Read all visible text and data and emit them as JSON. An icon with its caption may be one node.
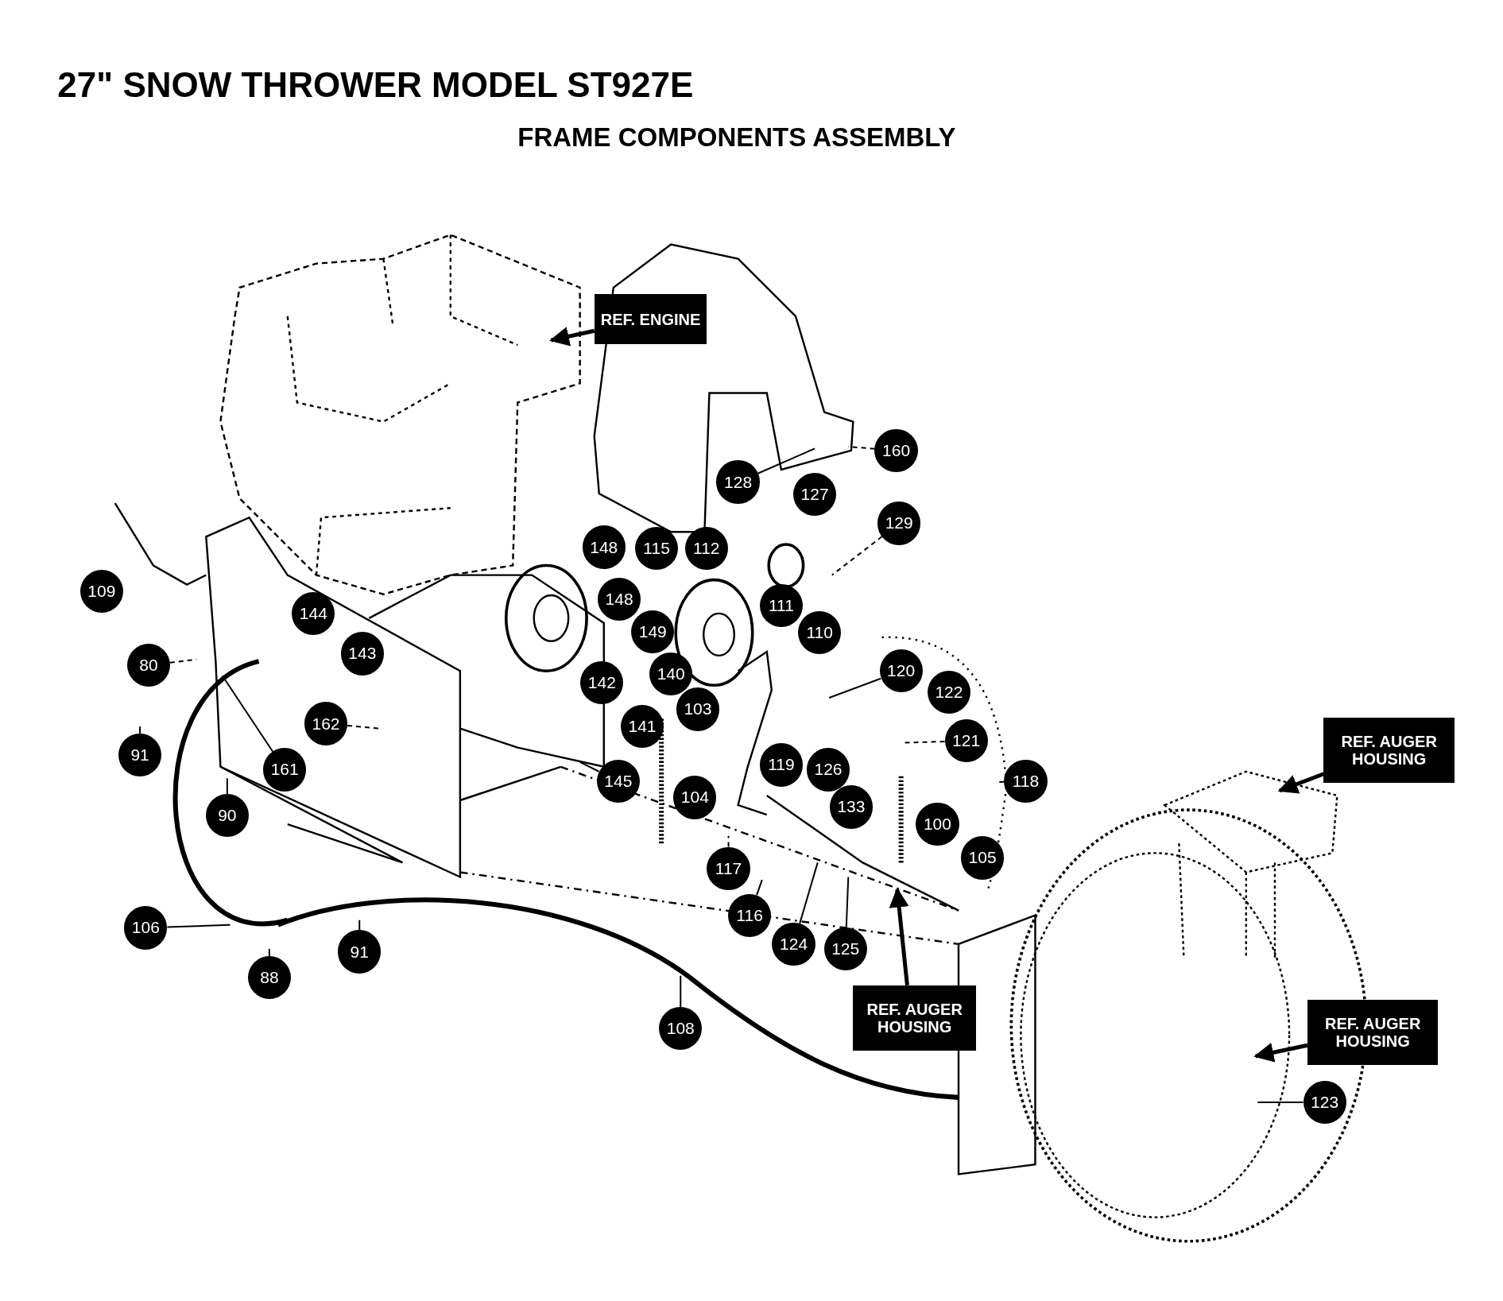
{
  "diagram": {
    "title": "27\" SNOW THROWER MODEL ST927E",
    "nodes": [
      {
        "text": [
          "REF. ENGINE"
        ]
      },
      {
        "text": [
          "160"
        ]
      },
      {
        "text": [
          "128"
        ]
      },
      {
        "text": [
          "129"
        ]
      },
      {
        "text": [
          "80"
        ]
      },
      {
        "text": [
          "120"
        ]
      },
      {
        "text": [
          "121"
        ]
      },
      {
        "text": [
          "91"
        ]
      },
      {
        "text": [
          "162"
        ]
      },
      {
        "text": [
          "161"
        ]
      },
      {
        "text": [
          "145"
        ]
      },
      {
        "text": [
          "118"
        ]
      },
      {
        "text": [
          "90"
        ]
      },
      {
        "text": [
          "117"
        ]
      },
      {
        "text": [
          "116"
        ]
      },
      {
        "text": [
          "106"
        ]
      },
      {
        "text": [
          "124"
        ]
      },
      {
        "text": [
          "125"
        ]
      },
      {
        "text": [
          "91"
        ]
      },
      {
        "text": [
          "88"
        ]
      },
      {
        "text": [
          "REF. AUGER HOUSING"
        ]
      },
      {
        "text": [
          "REF. AUGER HOUSING"
        ]
      },
      {
        "text": [
          "108"
        ]
      },
      {
        "text": [
          "REF. AUGER HOUSING"
        ]
      },
      {
        "text": [
          "123"
        ]
      },
      {
        "text": [
          "148"
        ]
      },
      {
        "text": [
          "115"
        ]
      },
      {
        "text": [
          "112"
        ]
      },
      {
        "text": [
          "127"
        ]
      },
      {
        "text": [
          "109"
        ]
      },
      {
        "text": [
          "111"
        ]
      },
      {
        "text": [
          "148"
        ]
      },
      {
        "text": [
          "110"
        ]
      },
      {
        "text": [
          "144"
        ]
      },
      {
        "text": [
          "149"
        ]
      },
      {
        "text": [
          "143"
        ]
      },
      {
        "text": [
          "142"
        ]
      },
      {
        "text": [
          "140"
        ]
      },
      {
        "text": [
          "122"
        ]
      },
      {
        "text": [
          "103"
        ]
      },
      {
        "text": [
          "141"
        ]
      },
      {
        "text": [
          "119"
        ]
      },
      {
        "text": [
          "126"
        ]
      },
      {
        "text": [
          "104"
        ]
      },
      {
        "text": [
          "133"
        ]
      },
      {
        "text": [
          "100"
        ]
      },
      {
        "text": [
          "105"
        ]
      }
    ],
    "edges": [
      {
        "from": 0,
        "to": null,
        "arrow": "to",
        "style": "thick"
      },
      {
        "from": 1,
        "to": null,
        "arrow": "none",
        "style": "dashed"
      },
      {
        "from": 2,
        "to": null,
        "arrow": "none"
      },
      {
        "from": 3,
        "to": null,
        "arrow": "none",
        "style": "dashed"
      },
      {
        "from": 4,
        "to": null,
        "arrow": "none",
        "style": "dashed"
      },
      {
        "from": 5,
        "to": null,
        "arrow": "none"
      },
      {
        "from": 6,
        "to": null,
        "arrow": "none",
        "style": "dashed"
      },
      {
        "from": 7,
        "to": null,
        "arrow": "none"
      },
      {
        "from": 8,
        "to": null,
        "arrow": "none",
        "style": "dashed"
      },
      {
        "from": 9,
        "to": null,
        "arrow": "none"
      },
      {
        "from": 10,
        "to": null,
        "arrow": "none"
      },
      {
        "from": 11,
        "to": null,
        "arrow": "none",
        "style": "dashed"
      },
      {
        "from": 12,
        "to": null,
        "arrow": "none"
      },
      {
        "from": 13,
        "to": null,
        "arrow": "none",
        "style": "dashed"
      },
      {
        "from": 14,
        "to": null,
        "arrow": "none"
      },
      {
        "from": 15,
        "to": null,
        "arrow": "none"
      },
      {
        "from": 16,
        "to": null,
        "arrow": "none"
      },
      {
        "from": 17,
        "to": null,
        "arrow": "none"
      },
      {
        "from": 18,
        "to": null,
        "arrow": "none"
      },
      {
        "from": 19,
        "to": null,
        "arrow": "none"
      },
      {
        "from": 20,
        "to": null,
        "arrow": "to",
        "style": "thick"
      },
      {
        "from": 21,
        "to": null,
        "arrow": "to",
        "style": "thick"
      },
      {
        "from": 22,
        "to": null,
        "arrow": "none"
      },
      {
        "from": 23,
        "to": null,
        "arrow": "to",
        "style": "thick"
      },
      {
        "from": 24,
        "to": null,
        "arrow": "none"
      }
    ],
    "labels": [
      "FRAME COMPONENTS ASSEMBLY"
    ]
  }
}
